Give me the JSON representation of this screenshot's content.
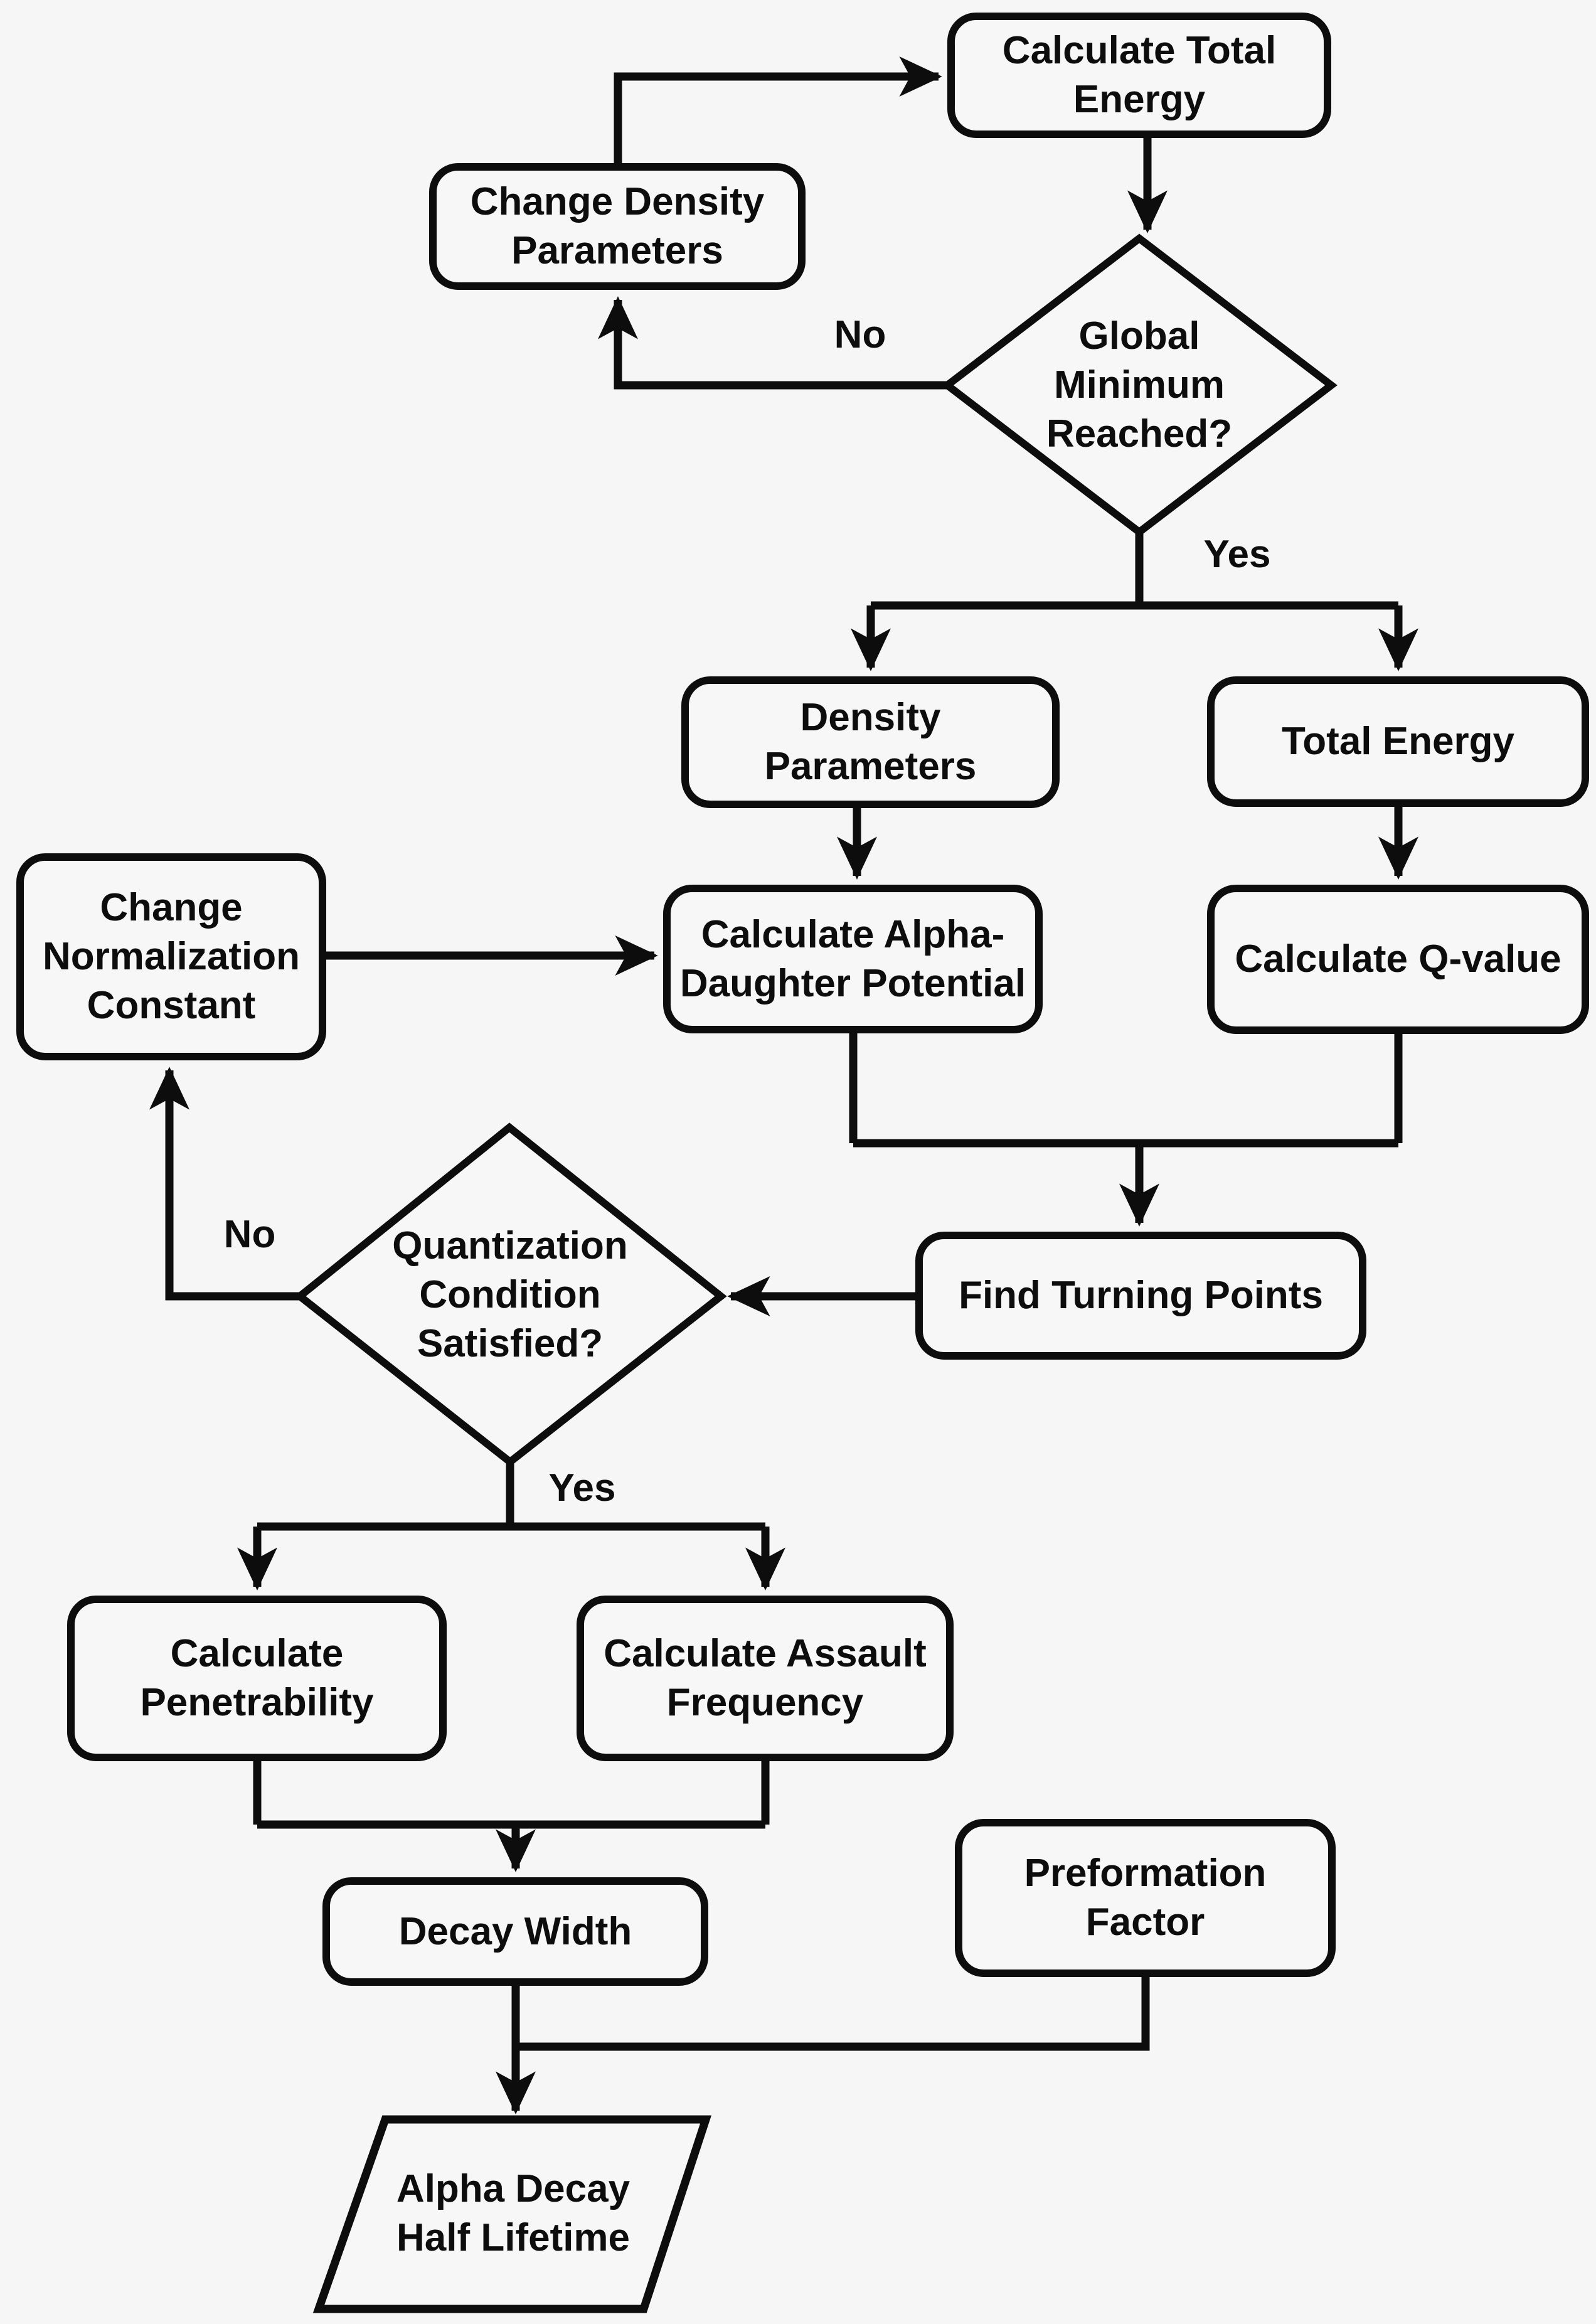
{
  "colors": {
    "background": "#f5f6f5",
    "line": "#0d0d0d",
    "node_fill": "#f6f7f6"
  },
  "nodes": {
    "calc_total_energy": {
      "label": "Calculate Total Energy",
      "shape": "process"
    },
    "change_density_parameters": {
      "label": "Change Density Parameters",
      "shape": "process"
    },
    "global_minimum_reached": {
      "label": "Global Minimum Reached?",
      "shape": "decision"
    },
    "density_parameters": {
      "label": "Density Parameters",
      "shape": "process"
    },
    "total_energy": {
      "label": "Total Energy",
      "shape": "process"
    },
    "change_normalization_constant": {
      "label": "Change Normalization Constant",
      "shape": "process"
    },
    "calc_alpha_daughter_potential": {
      "label": "Calculate Alpha-Daughter Potential",
      "shape": "process"
    },
    "calc_q_value": {
      "label": "Calculate Q-value",
      "shape": "process"
    },
    "find_turning_points": {
      "label": "Find Turning Points",
      "shape": "process"
    },
    "quantization_condition_satisfied": {
      "label": "Quantization Condition Satisfied?",
      "shape": "decision"
    },
    "calc_penetrability": {
      "label": "Calculate Penetrability",
      "shape": "process"
    },
    "calc_assault_frequency": {
      "label": "Calculate Assault Frequency",
      "shape": "process"
    },
    "decay_width": {
      "label": "Decay Width",
      "shape": "process"
    },
    "preformation_factor": {
      "label": "Preformation Factor",
      "shape": "process"
    },
    "alpha_decay_half_lifetime": {
      "label": "Alpha Decay Half Lifetime",
      "shape": "output"
    }
  },
  "edge_labels": {
    "global_min_no": "No",
    "global_min_yes": "Yes",
    "quantization_no": "No",
    "quantization_yes": "Yes"
  }
}
